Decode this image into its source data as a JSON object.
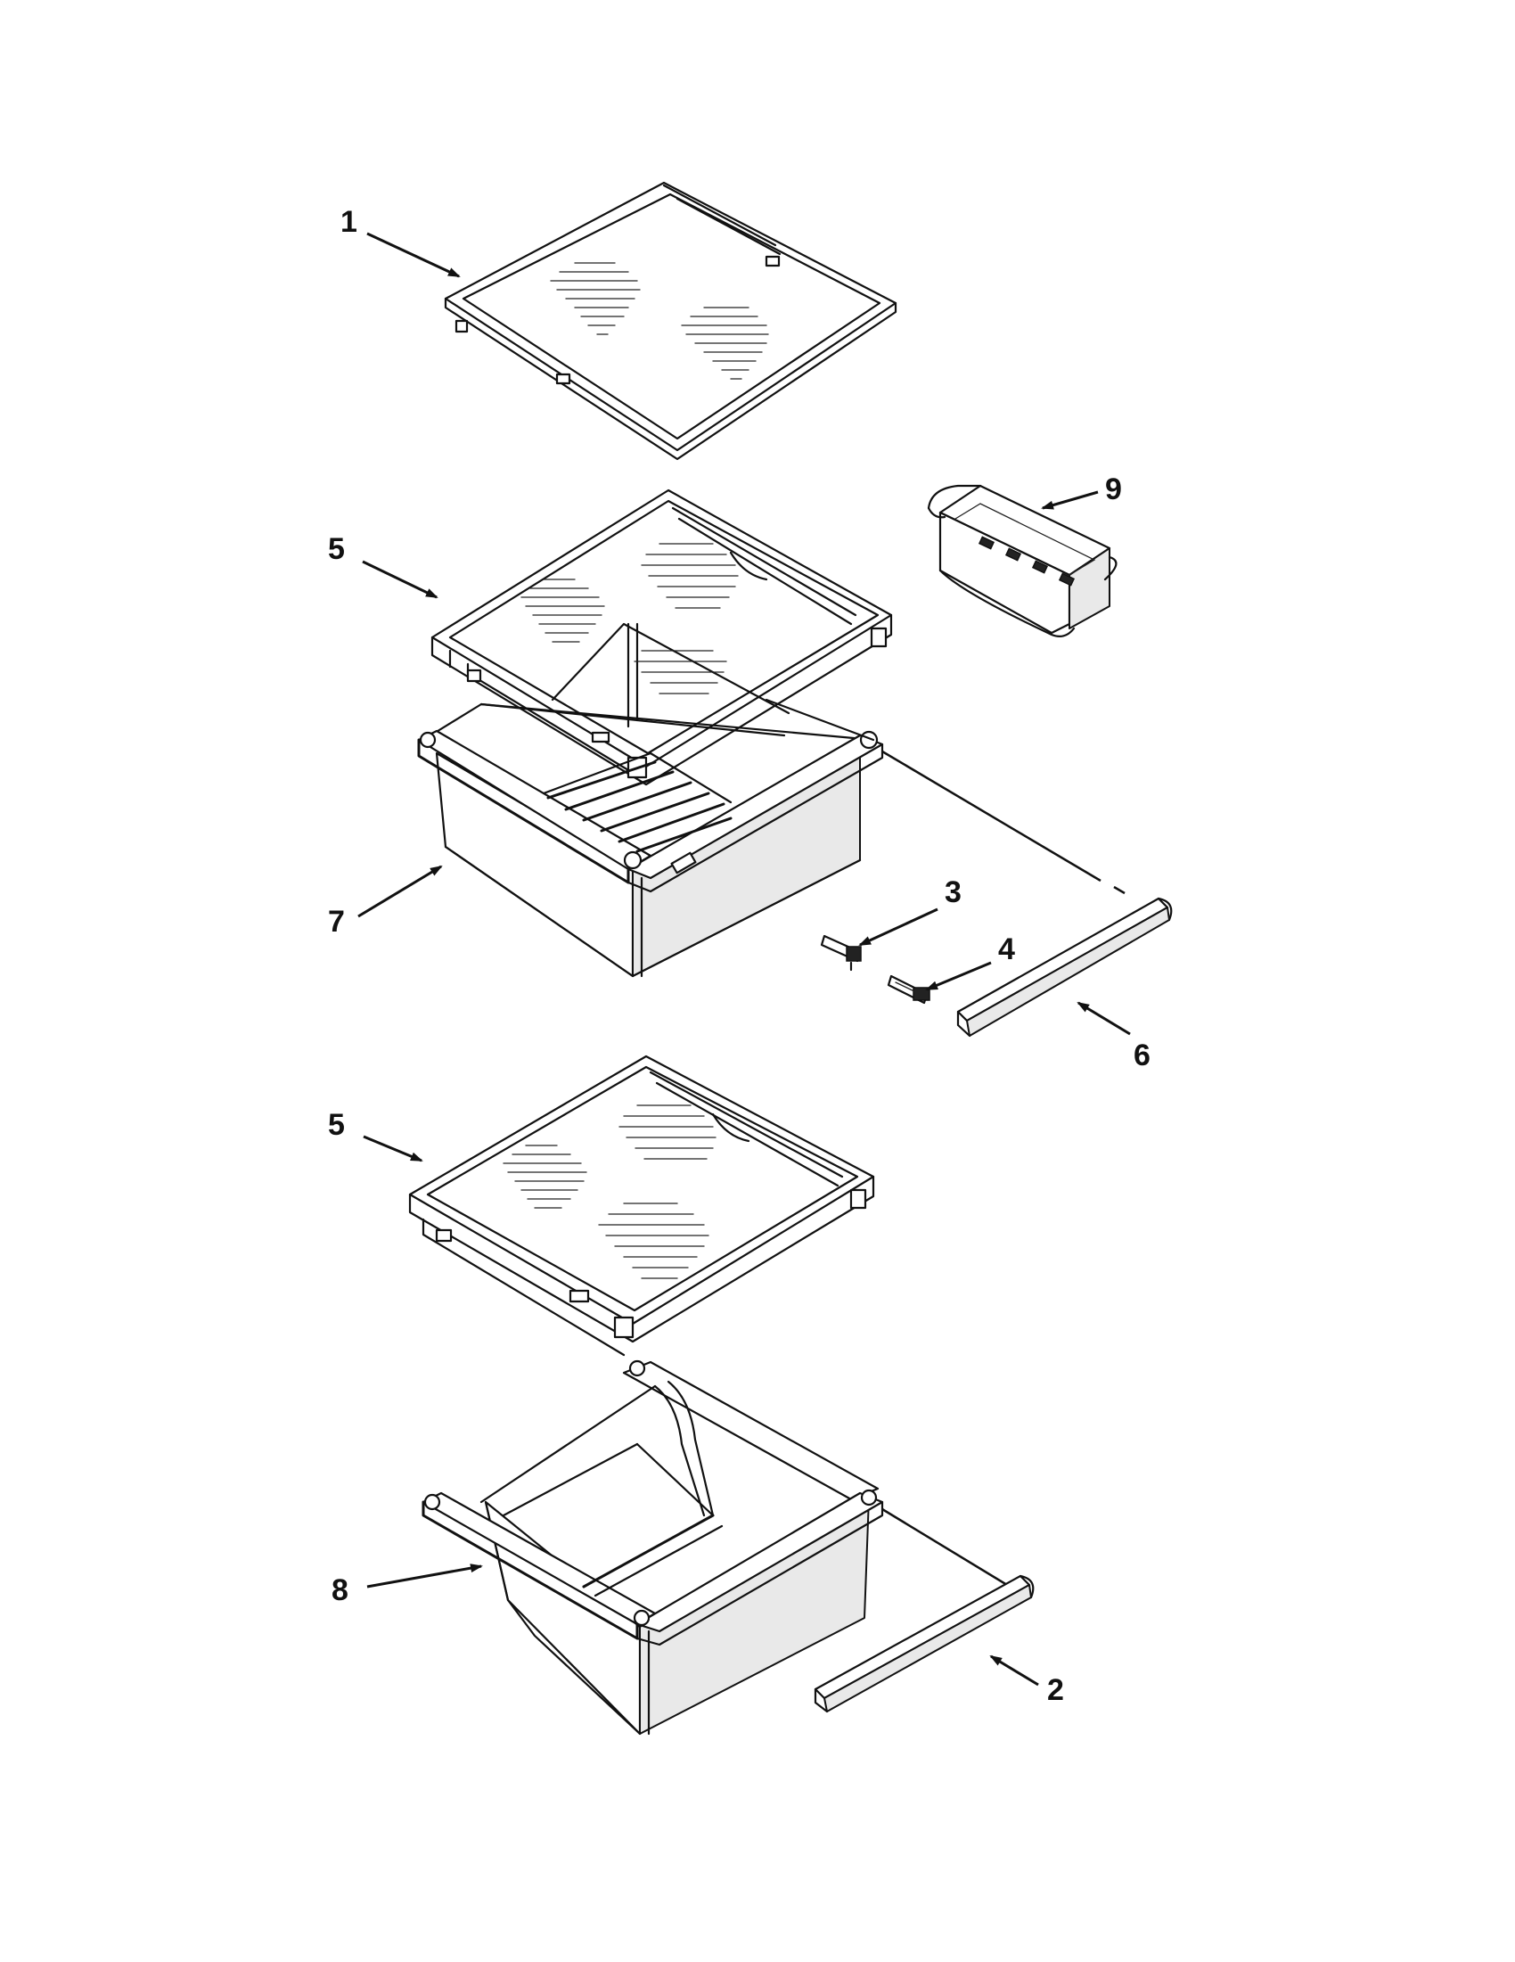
{
  "diagram": {
    "callouts": [
      {
        "id": "c1",
        "label": "1"
      },
      {
        "id": "c2",
        "label": "2"
      },
      {
        "id": "c3",
        "label": "3"
      },
      {
        "id": "c4",
        "label": "4"
      },
      {
        "id": "c5a",
        "label": "5"
      },
      {
        "id": "c5b",
        "label": "5"
      },
      {
        "id": "c6",
        "label": "6"
      },
      {
        "id": "c7",
        "label": "7"
      },
      {
        "id": "c8",
        "label": "8"
      },
      {
        "id": "c9",
        "label": "9"
      }
    ]
  },
  "colors": {
    "line": "#111111",
    "background": "#ffffff",
    "shade": "#e9e9e9"
  }
}
